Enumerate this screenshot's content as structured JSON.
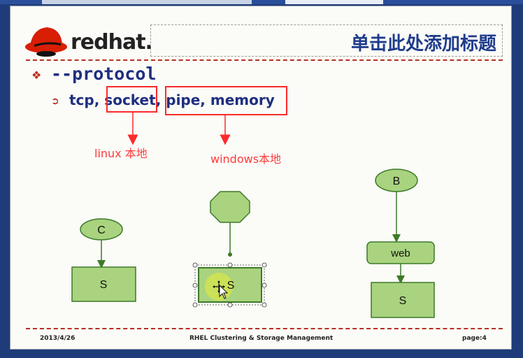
{
  "slide": {
    "logo_text": "redhat.",
    "title": "单击此处添加标题",
    "bullet_main": "--protocol",
    "bullet_sub": {
      "part1": "tcp, ",
      "part2": "socket",
      "part3": ", ",
      "part4": "pipe, memory"
    },
    "annotation_linux": "linux 本地",
    "annotation_windows": "windows本地",
    "footer": {
      "date": "2013/4/26",
      "center": "RHEL Clustering & Storage Management",
      "page": "page:4"
    }
  },
  "diagram": {
    "nodes": {
      "c": "C",
      "s1": "S",
      "s2": "S",
      "b": "B",
      "web": "web",
      "s3": "S"
    }
  },
  "colors": {
    "node_fill": "#a9d37f",
    "node_stroke": "#3d7a28",
    "annotation_red": "#ff2a2a",
    "title_blue": "#1f3c8c"
  }
}
